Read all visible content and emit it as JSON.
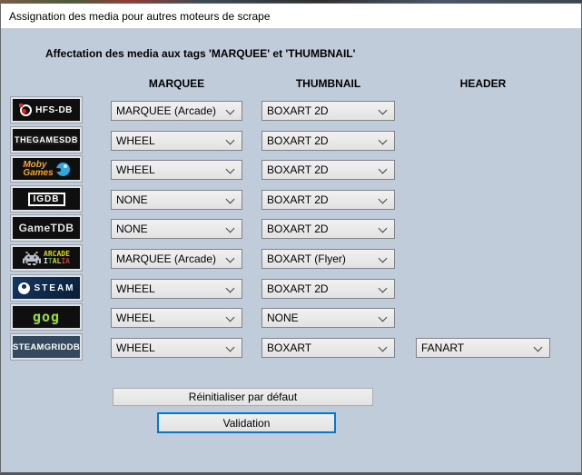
{
  "window": {
    "title": "Assignation des media pour autres moteurs de scrape"
  },
  "main": {
    "heading": "Affectation des media aux tags 'MARQUEE' et 'THUMBNAIL'",
    "columns": {
      "marquee": "MARQUEE",
      "thumbnail": "THUMBNAIL",
      "header": "HEADER"
    }
  },
  "logos": {
    "hfsdb": {
      "label": "HFS-DB"
    },
    "thegamesdb": {
      "label": "THEGAMESDB"
    },
    "mobygames": {
      "line1": "Moby",
      "line2": "Games"
    },
    "igdb": {
      "label": "IGDB"
    },
    "gametdb": {
      "label": "GameTDB"
    },
    "arcadeitalia": {
      "line1": "ARCADE",
      "l2_i": "I",
      "l2_t": "T",
      "l2_al": "AL",
      "l2_ia": "IA"
    },
    "steam": {
      "label": "STEAM"
    },
    "gog": {
      "label": "gog"
    },
    "steamgriddb": {
      "label": "STEAMGRIDDB"
    }
  },
  "rows": [
    {
      "source": "HFS-DB",
      "marquee": "MARQUEE (Arcade)",
      "thumbnail": "BOXART 2D"
    },
    {
      "source": "TheGamesDB",
      "marquee": "WHEEL",
      "thumbnail": "BOXART 2D"
    },
    {
      "source": "MobyGames",
      "marquee": "WHEEL",
      "thumbnail": "BOXART 2D"
    },
    {
      "source": "IGDB",
      "marquee": "NONE",
      "thumbnail": "BOXART 2D"
    },
    {
      "source": "GameTDB",
      "marquee": "NONE",
      "thumbnail": "BOXART 2D"
    },
    {
      "source": "Arcade Italia",
      "marquee": "MARQUEE (Arcade)",
      "thumbnail": "BOXART (Flyer)"
    },
    {
      "source": "Steam",
      "marquee": "WHEEL",
      "thumbnail": "BOXART 2D"
    },
    {
      "source": "GOG",
      "marquee": "WHEEL",
      "thumbnail": "NONE"
    },
    {
      "source": "SteamGridDB",
      "marquee": "WHEEL",
      "thumbnail": "BOXART",
      "header": "FANART"
    }
  ],
  "buttons": {
    "reset": "Réinitialiser par défaut",
    "validate": "Validation"
  },
  "colors": {
    "body_background": "#C0CCDA",
    "titlebar_background": "#FFFFFF",
    "focus_border_blue": "#0078D7",
    "combo_background": "#E8E8E8",
    "gog_green": "#9CE02A",
    "moby_orange": "#F5A623",
    "moby_blue": "#2FA7DF",
    "arcade_yellow": "#DCDC00",
    "arcade_red": "#E03030",
    "arcade_green": "#3CB43C",
    "steam_navy": "#10304F",
    "steamgriddb_slate": "#35495E",
    "hfs_red": "#D42B1F",
    "invader_gray": "#B9C0C7"
  }
}
